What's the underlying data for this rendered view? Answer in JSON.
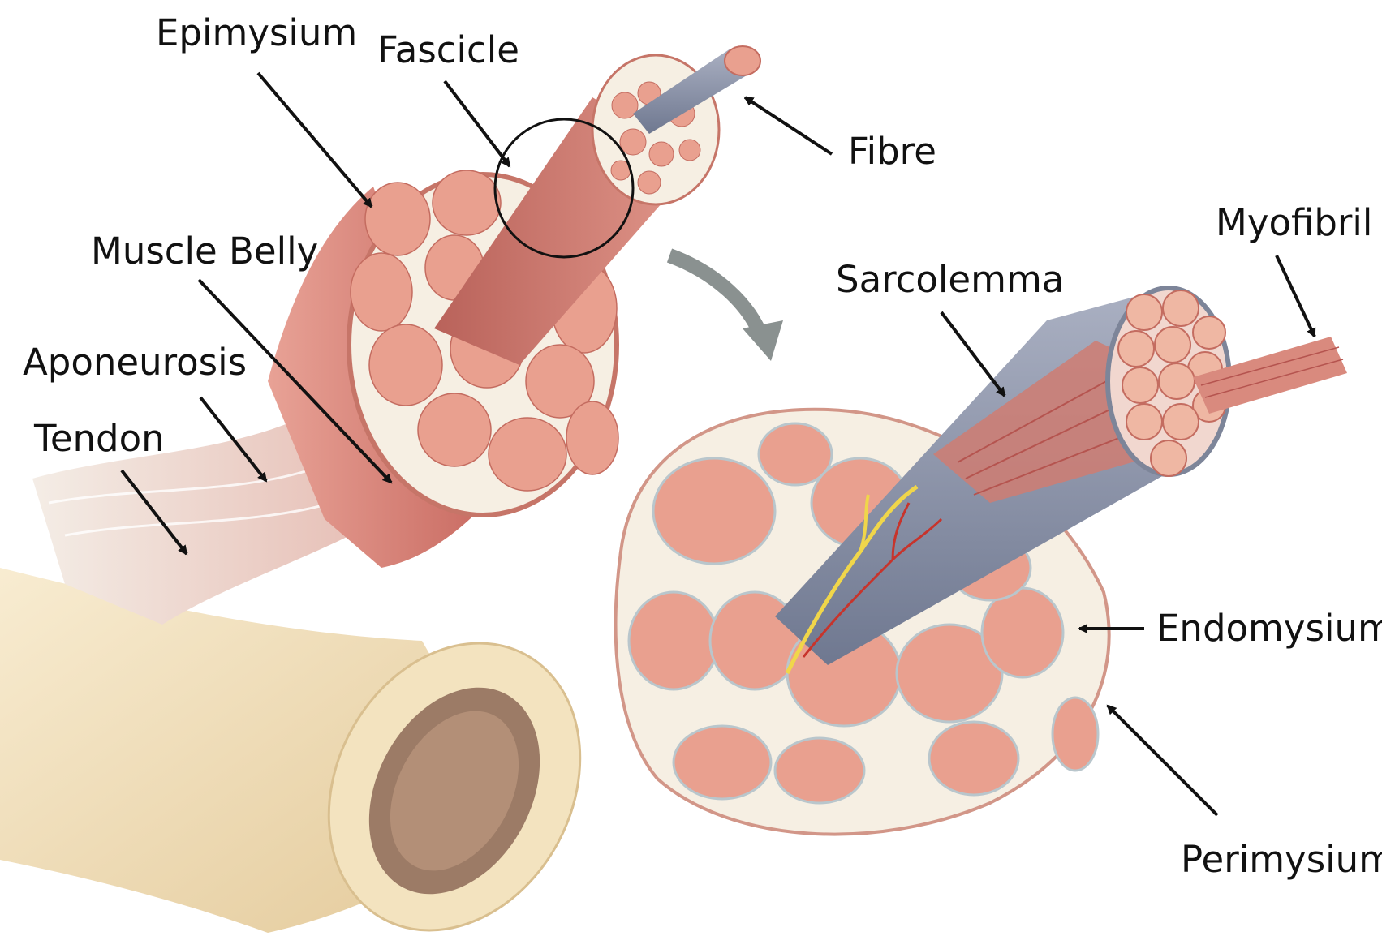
{
  "labels": {
    "epimysium": "Epimysium",
    "fascicle": "Fascicle",
    "fibre": "Fibre",
    "myofibril": "Myofibril",
    "muscle_belly": "Muscle Belly",
    "sarcolemma": "Sarcolemma",
    "aponeurosis": "Aponeurosis",
    "tendon": "Tendon",
    "endomysium": "Endomysium",
    "perimysium": "Perimysium"
  },
  "colors": {
    "muscle": "#d9837a",
    "muscle_dark": "#b5544f",
    "fibre_fill": "#e9a08f",
    "connective": "#f6efe3",
    "bone": "#efdcb4",
    "marrow": "#9c7b66",
    "sheath": "#8e97ac",
    "nerve": "#f0d64a",
    "vessel": "#c7342c"
  }
}
